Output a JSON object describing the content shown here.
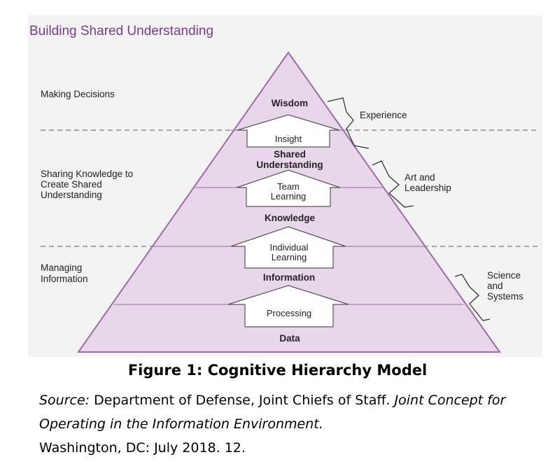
{
  "diagram": {
    "title": "Building Shared Understanding",
    "left_labels": {
      "making_decisions": "Making Decisions",
      "sharing_line1": "Sharing Knowledge to",
      "sharing_line2": "Create Shared",
      "sharing_line3": "Understanding",
      "managing_line1": "Managing",
      "managing_line2": "Information"
    },
    "levels": {
      "wisdom": "Wisdom",
      "shared_line1": "Shared",
      "shared_line2": "Understanding",
      "knowledge": "Knowledge",
      "information": "Information",
      "data": "Data"
    },
    "arrows": {
      "insight": "Insight",
      "team_line1": "Team",
      "team_line2": "Learning",
      "individual_line1": "Individual",
      "individual_line2": "Learning",
      "processing": "Processing"
    },
    "right_labels": {
      "experience": "Experience",
      "art_line1": "Art and",
      "art_line2": "Leadership",
      "science_line1": "Science",
      "science_line2": "and",
      "science_line3": "Systems"
    },
    "colors": {
      "title": "#7a3b8c",
      "pyramid_fill": "#e8d7ea",
      "pyramid_stroke": "#9c6aa4",
      "panel": "#f3f3f3"
    }
  },
  "caption": {
    "figure_title": "Figure 1: Cognitive Hierarchy Model",
    "source_label": "Source:",
    "source_text": " Department of Defense, Joint Chiefs of Staff. ",
    "doc_title": "Joint Concept for Operating in the Information Environment.",
    "publication": "Washington, DC: July 2018. 12."
  }
}
